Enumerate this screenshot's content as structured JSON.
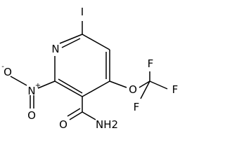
{
  "molecule": {
    "atoms": {
      "iodine": "I",
      "ring_nitrogen": "N",
      "nitro_nitrogen": "N",
      "nitro_oxygen_negative": "O",
      "nitro_oxygen_double": "O",
      "ether_oxygen": "O",
      "fluorine_top": "F",
      "fluorine_right": "F",
      "fluorine_bottom": "F",
      "amide_oxygen": "O",
      "amide_nitrogen": "NH2"
    },
    "charges": {
      "nitro_nitrogen": "+",
      "nitro_oxygen_negative": "-"
    }
  }
}
